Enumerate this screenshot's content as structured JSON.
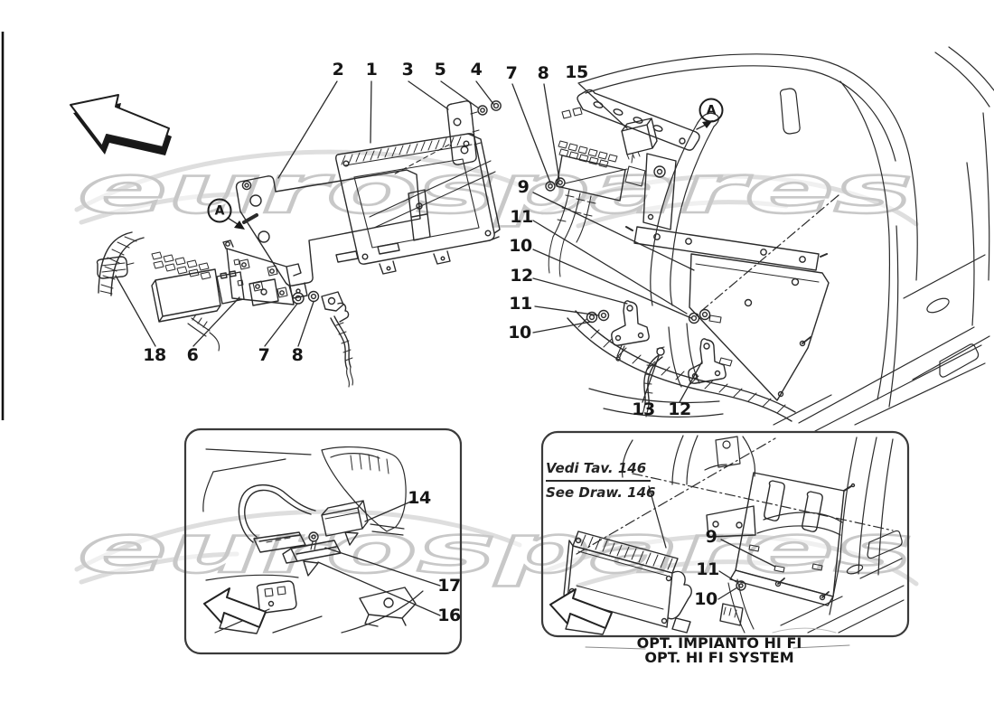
{
  "watermark": {
    "text": "eurospares",
    "stroke_color": "#c8c8c8"
  },
  "drawing": {
    "line_color": "#2b2b2b",
    "background": "#ffffff"
  },
  "views": {
    "ecu_view": {
      "callouts_top": [
        "2",
        "1",
        "3",
        "5",
        "4"
      ],
      "callouts_bottom": [
        "18",
        "6",
        "7",
        "8"
      ],
      "detail_marker": "A"
    },
    "body_view": {
      "callouts_top": [
        "7",
        "8",
        "15"
      ],
      "callouts_left": [
        "9",
        "11",
        "10",
        "12",
        "11",
        "10"
      ],
      "callouts_bottom": [
        "13",
        "12"
      ],
      "detail_marker": "A"
    },
    "sensor_inset": {
      "callouts": [
        "14",
        "17",
        "16"
      ]
    },
    "hifi_inset": {
      "reference_note": {
        "line1": "Vedi Tav. 146",
        "line2": "See Draw. 146"
      },
      "callouts": [
        "9",
        "11",
        "10"
      ],
      "caption": {
        "line1": "OPT. IMPIANTO HI FI",
        "line2": "OPT. HI FI SYSTEM"
      }
    }
  }
}
